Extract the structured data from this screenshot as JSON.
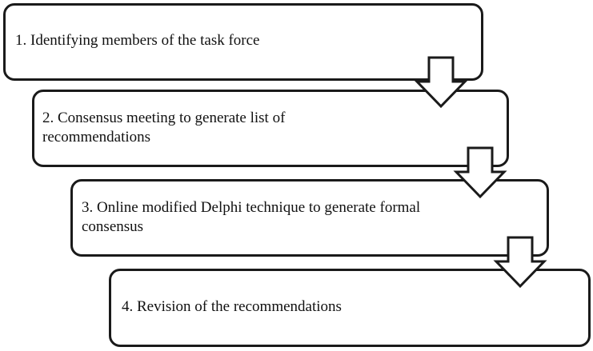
{
  "diagram": {
    "steps": [
      {
        "label": "1. Identifying members of the task force"
      },
      {
        "label": "2. Consensus meeting to generate list of\nrecommendations"
      },
      {
        "label": "3. Online modified Delphi technique to generate formal\nconsensus"
      },
      {
        "label": "4. Revision of the recommendations"
      }
    ],
    "colors": {
      "border": "#1a1a1a",
      "fill": "#ffffff",
      "text": "#111111"
    },
    "connector_icon": "down-block-arrow-icon"
  }
}
